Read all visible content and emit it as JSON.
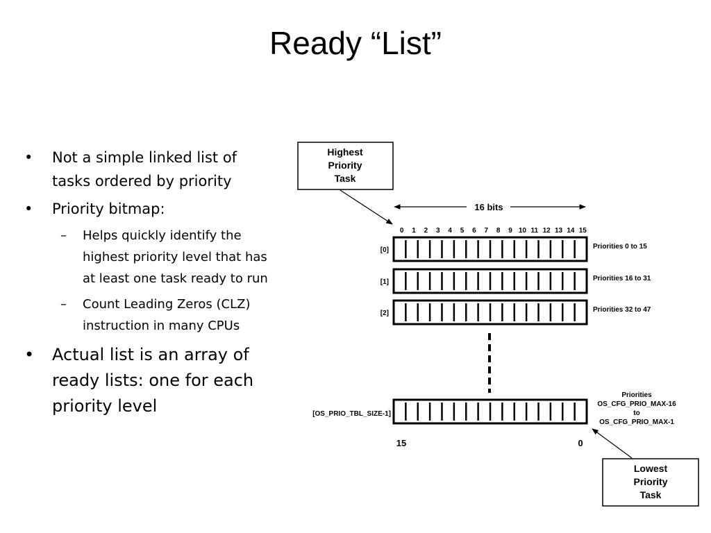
{
  "title": "Ready “List”",
  "bullets": {
    "b1": "Not a simple linked list of tasks ordered by priority",
    "b2": "Priority bitmap:",
    "b2_sub1": "Helps quickly identify the highest priority level that has at least one task ready to run",
    "b2_sub2": "Count Leading Zeros (CLZ) instruction in many CPUs",
    "b3": "Actual list is an array of ready lists: one for each priority level",
    "bullet_char": "•",
    "dash_char": "–"
  },
  "diagram": {
    "highest_box": [
      "Highest",
      "Priority",
      "Task"
    ],
    "width_label": "16 bits",
    "bit_numbers": [
      "0",
      "1",
      "2",
      "3",
      "4",
      "5",
      "6",
      "7",
      "8",
      "9",
      "10",
      "11",
      "12",
      "13",
      "14",
      "15"
    ],
    "rows": [
      {
        "index": "[0]",
        "label": "Priorities 0 to 15"
      },
      {
        "index": "[1]",
        "label": "Priorities 16 to 31"
      },
      {
        "index": "[2]",
        "label": "Priorities 32 to 47"
      }
    ],
    "last_row": {
      "index": "[OS_PRIO_TBL_SIZE-1]",
      "label": [
        "Priorities",
        "OS_CFG_PRIO_MAX-16",
        "to",
        "OS_CFG_PRIO_MAX-1"
      ]
    },
    "bottom_left": "15",
    "bottom_right": "0",
    "lowest_box": [
      "Lowest",
      "Priority",
      "Task"
    ]
  }
}
